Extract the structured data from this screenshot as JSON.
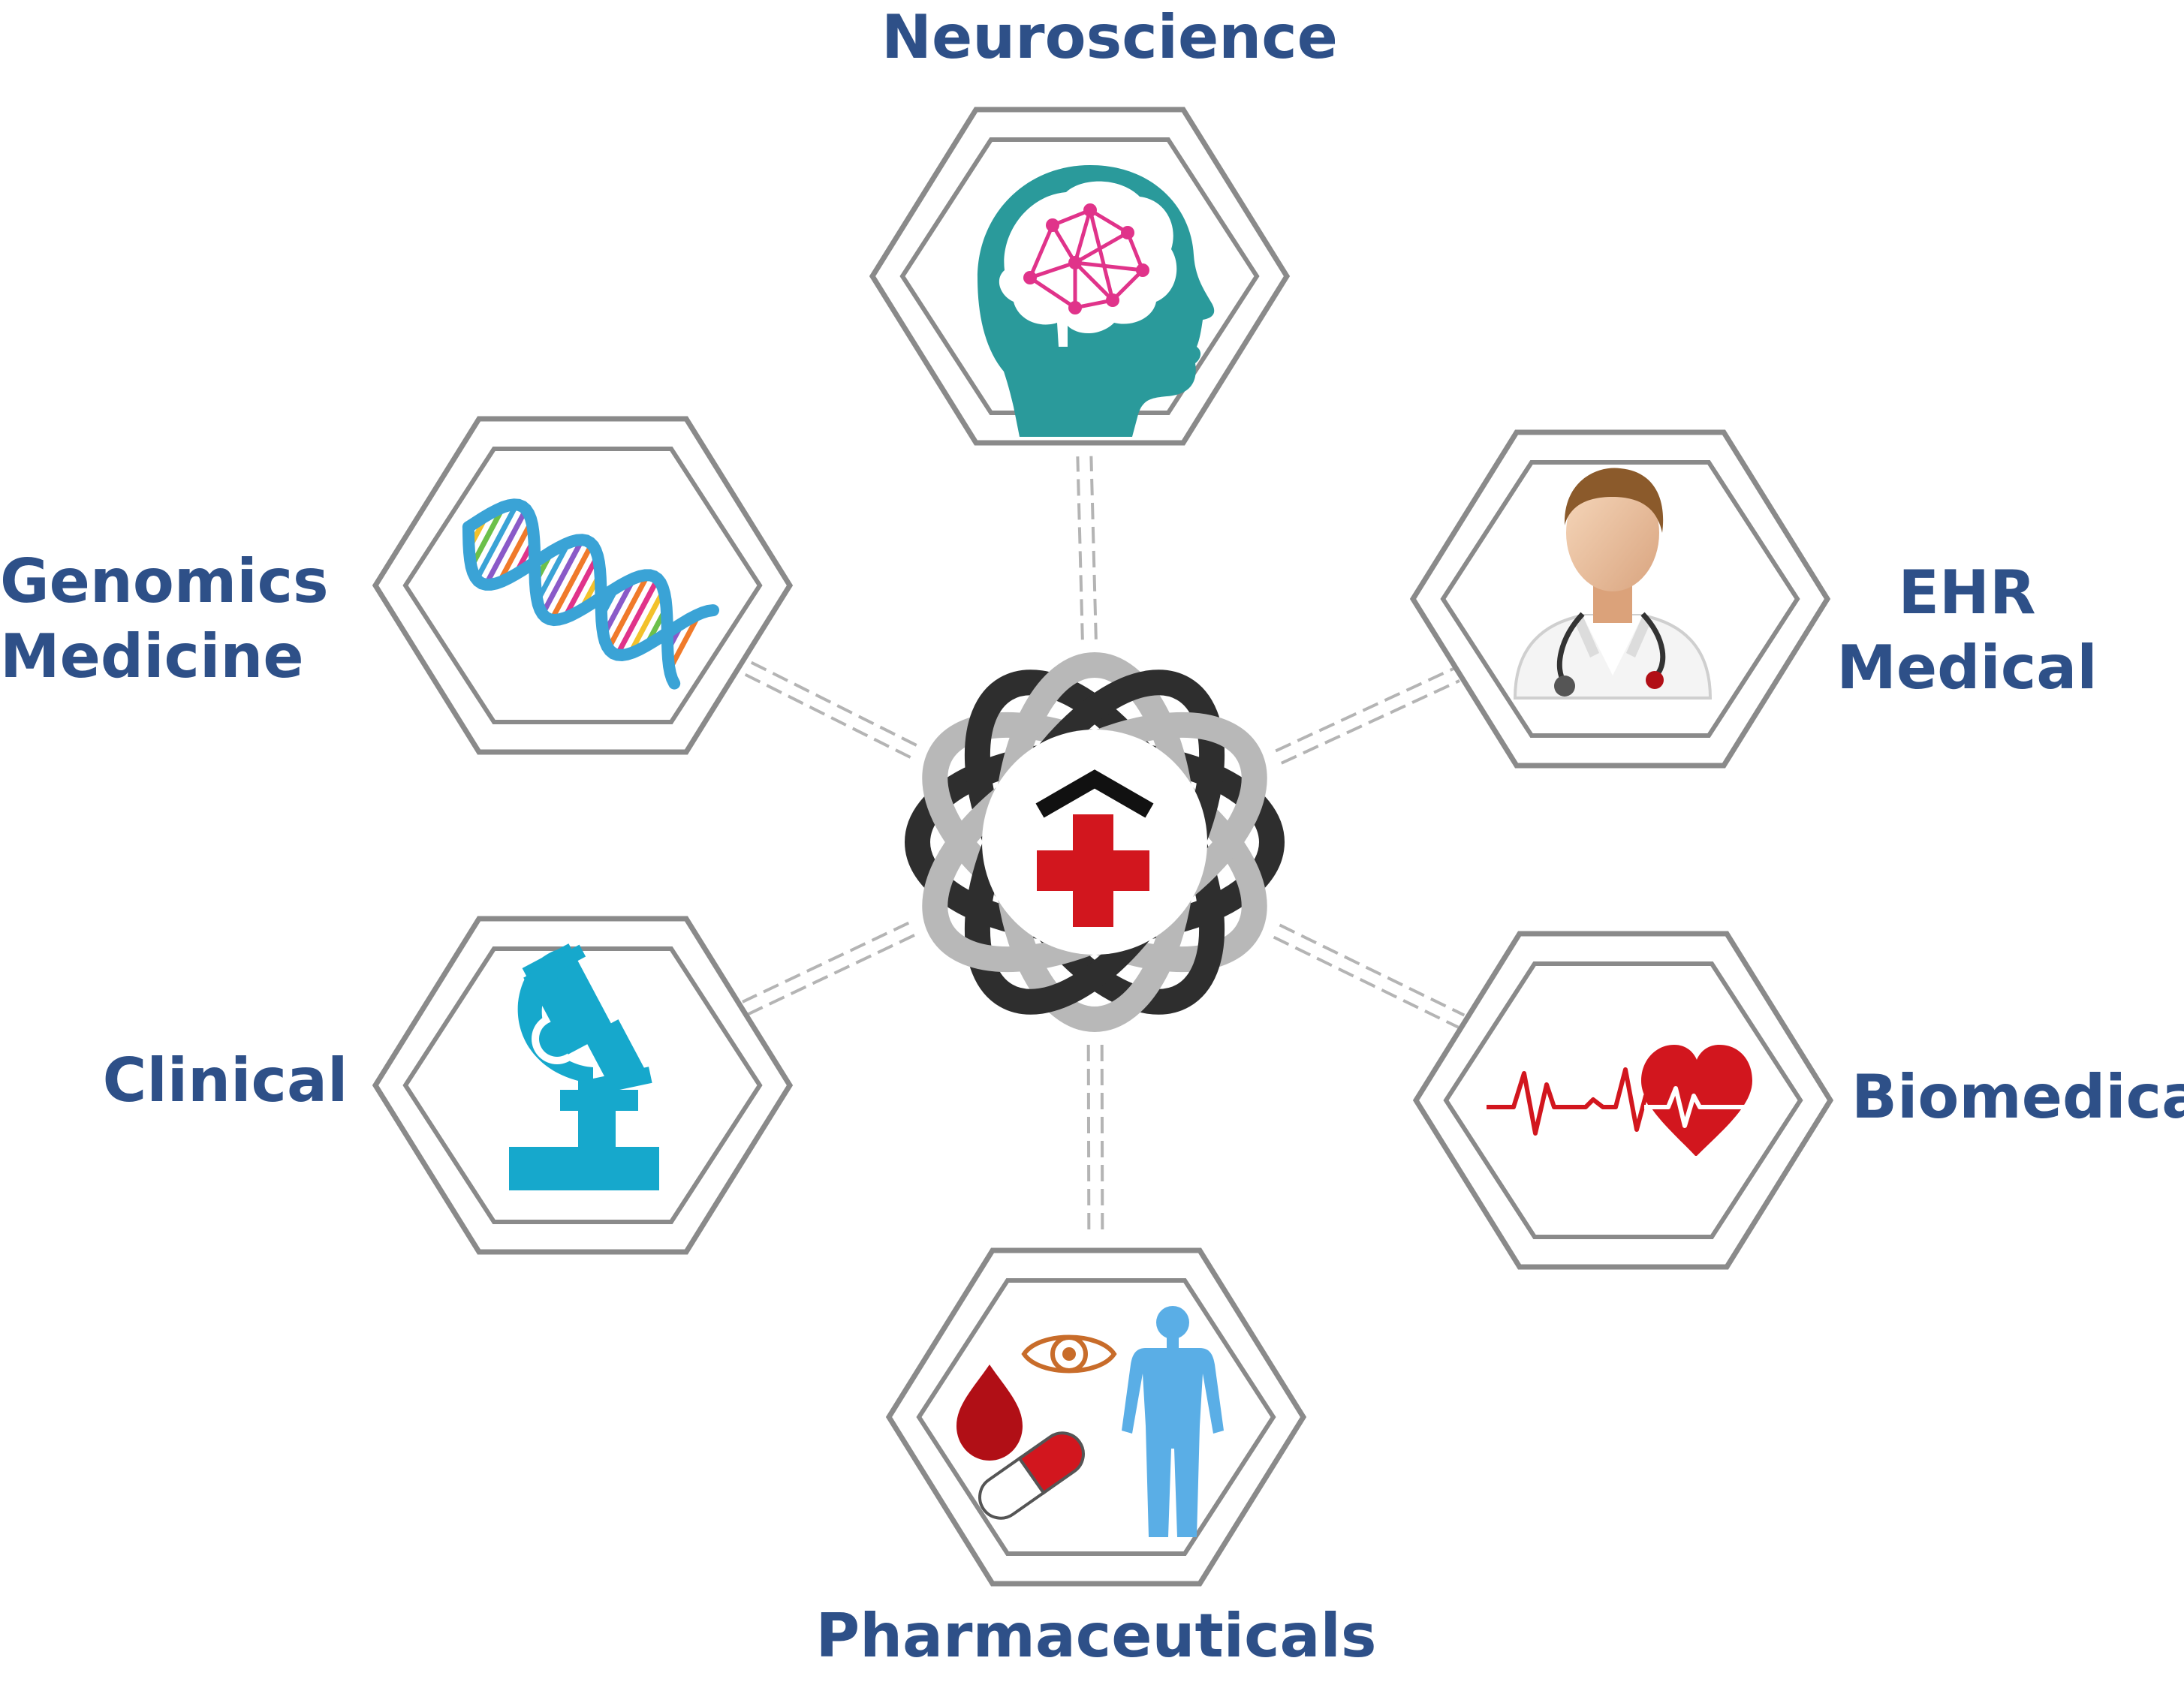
{
  "diagram": {
    "colors": {
      "label": "#2e5088",
      "hex_outline": "#8a8a8a",
      "connector": "#b4b4b4",
      "teal": "#2a9a9b",
      "magenta": "#e0338a",
      "cyan": "#16a8cc",
      "red": "#d2161e",
      "dark_red": "#b10f16",
      "body_blue": "#5aaee6",
      "skin": "#f2c8a6",
      "hair": "#8b5a2b",
      "knot_dark": "#2e2e2e",
      "knot_light": "#b8b8b8"
    },
    "center": {
      "icon": "medical-cross-home-icon"
    },
    "nodes": [
      {
        "id": "neuroscience",
        "icon": "brain-head-icon",
        "label": [
          "Neuroscience"
        ]
      },
      {
        "id": "genomics-medicine",
        "icon": "dna-helix-icon",
        "label": [
          "Genomics",
          "Medicine"
        ]
      },
      {
        "id": "ehr-medical",
        "icon": "doctor-icon",
        "label": [
          "EHR",
          "Medical"
        ]
      },
      {
        "id": "clinical",
        "icon": "microscope-icon",
        "label": [
          "Clinical"
        ]
      },
      {
        "id": "biomedical",
        "icon": "heartbeat-icon",
        "label": [
          "Biomedical"
        ]
      },
      {
        "id": "pharmaceuticals",
        "icon": "pharma-icon",
        "label": [
          "Pharmaceuticals"
        ]
      }
    ]
  }
}
